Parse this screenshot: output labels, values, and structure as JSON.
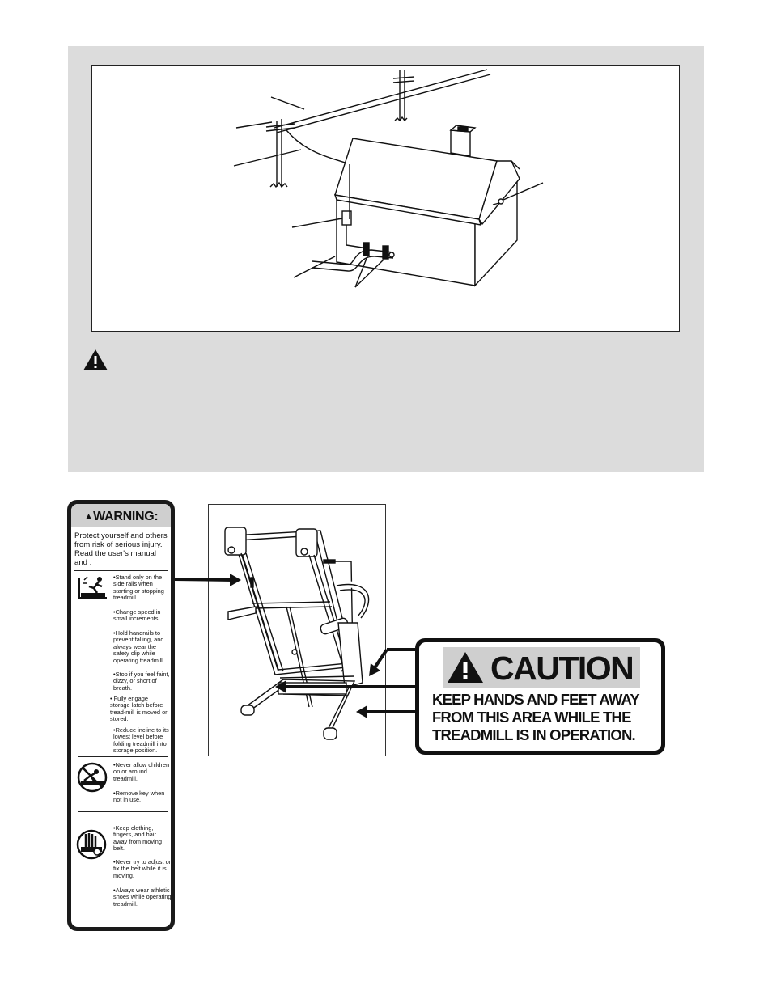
{
  "warning_decal": {
    "title": "WARNING:",
    "intro": "Protect yourself and others from risk of serious injury.  Read the user's manual and :",
    "group1": [
      "•Stand only on the side rails when starting or stopping treadmill.",
      "•Change speed in small increments.",
      "•Hold handrails to prevent falling, and always wear the safety clip while operating treadmill.",
      "•Stop if you feel faint, dizzy, or short of breath.",
      "• Fully engage storage latch  before tread-mill  is moved or stored.",
      "•Reduce incline to its lowest level before folding treadmill into storage position."
    ],
    "group2": [
      "•Never allow children on or around treadmill.",
      "•Remove key when not in use."
    ],
    "group3": [
      "•Keep clothing, fingers, and hair away from moving belt.",
      "•Never try to adjust or fix the belt while it is moving.",
      "•Always wear athletic shoes while operating treadmill."
    ],
    "icons": [
      "person-slipping-icon",
      "no-children-icon",
      "hand-belt-icon"
    ]
  },
  "caution_decal": {
    "title": "CAUTION",
    "text": "KEEP HANDS AND FEET AWAY FROM THIS AREA WHILE THE TREADMILL IS IN OPERATION."
  },
  "colors": {
    "panel_grey": "#dcdcdc",
    "decal_band": "#cfcfcf",
    "ink": "#111111"
  }
}
